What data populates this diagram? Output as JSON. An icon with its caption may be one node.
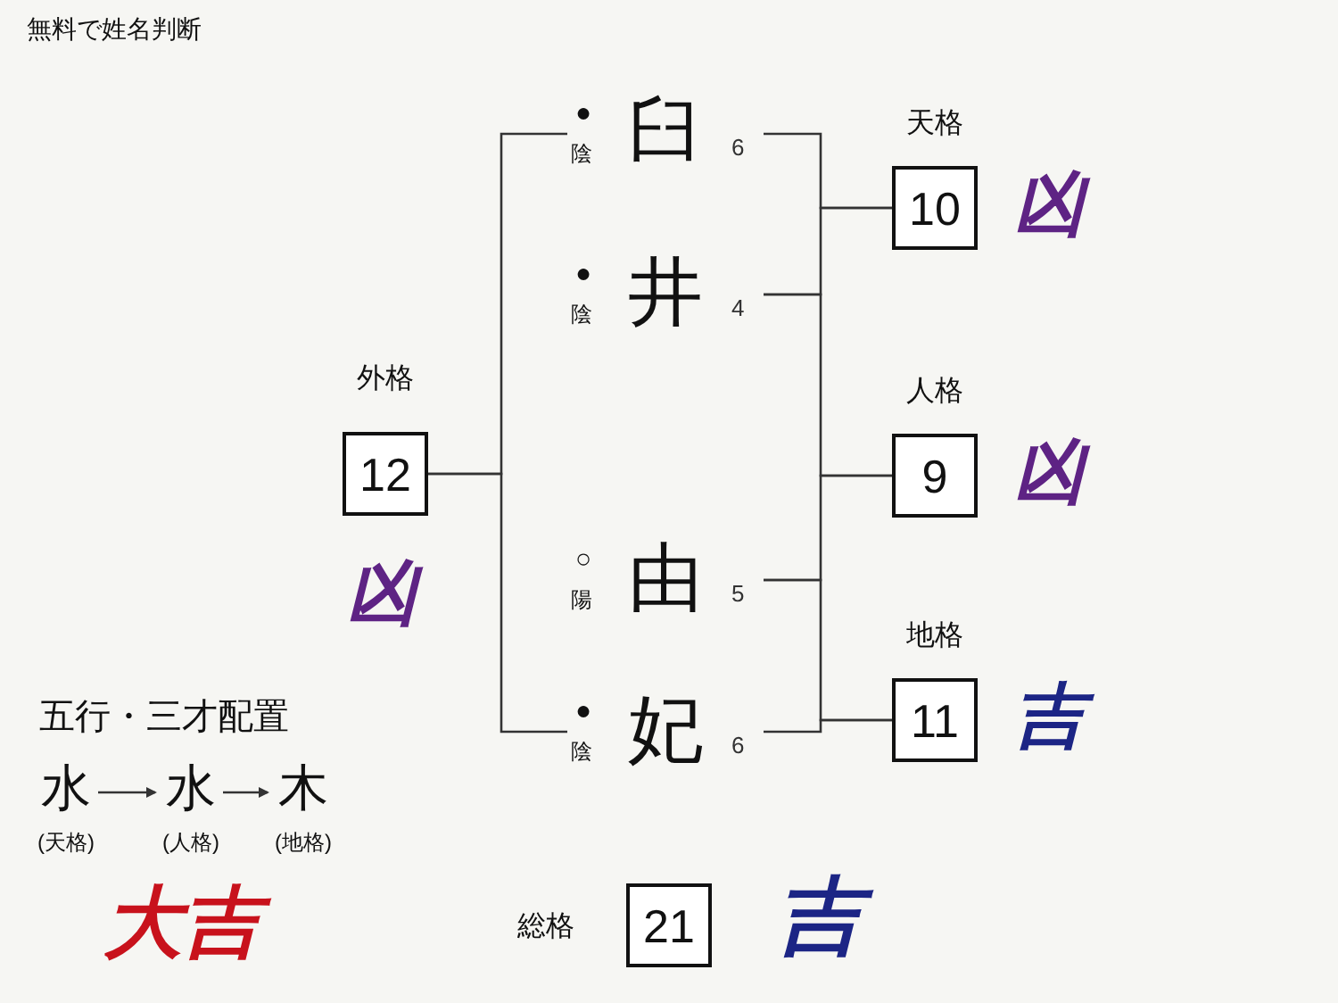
{
  "diagram": {
    "title": "無料で姓名判断",
    "nodes": [
      {
        "text": [
          "臼"
        ],
        "beside": [
          "●",
          "陰",
          "6"
        ]
      },
      {
        "text": [
          "井"
        ],
        "beside": [
          "●",
          "陰",
          "4"
        ]
      },
      {
        "text": [
          "由"
        ],
        "beside": [
          "○",
          "陽",
          "5"
        ]
      },
      {
        "text": [
          "妃"
        ],
        "beside": [
          "●",
          "陰",
          "6"
        ]
      },
      {
        "text": [
          "天格",
          "10"
        ],
        "beside": [
          "凶"
        ]
      },
      {
        "text": [
          "人格",
          "9"
        ],
        "beside": [
          "凶"
        ]
      },
      {
        "text": [
          "地格",
          "11"
        ],
        "beside": [
          "吉"
        ]
      },
      {
        "text": [
          "外格",
          "12"
        ],
        "beside": [
          "凶"
        ]
      },
      {
        "text": [
          "総格",
          "21"
        ],
        "beside": [
          "吉"
        ]
      },
      {
        "text": [
          "水"
        ],
        "beside": [
          "(天格)"
        ]
      },
      {
        "text": [
          "水"
        ],
        "beside": [
          "(人格)"
        ]
      },
      {
        "text": [
          "木"
        ],
        "beside": [
          "(地格)"
        ]
      }
    ],
    "edges": [
      {
        "from": 0,
        "to": 4,
        "arrow": "none"
      },
      {
        "from": 1,
        "to": 4,
        "arrow": "none"
      },
      {
        "from": 1,
        "to": 5,
        "arrow": "none"
      },
      {
        "from": 2,
        "to": 5,
        "arrow": "none"
      },
      {
        "from": 2,
        "to": 6,
        "arrow": "none"
      },
      {
        "from": 3,
        "to": 6,
        "arrow": "none"
      },
      {
        "from": 0,
        "to": 7,
        "arrow": "none"
      },
      {
        "from": 3,
        "to": 7,
        "arrow": "none"
      },
      {
        "from": 9,
        "to": 10,
        "arrow": "to"
      },
      {
        "from": 10,
        "to": 11,
        "arrow": "to"
      }
    ],
    "labels": [
      "五行・三才配置",
      "大吉"
    ]
  }
}
